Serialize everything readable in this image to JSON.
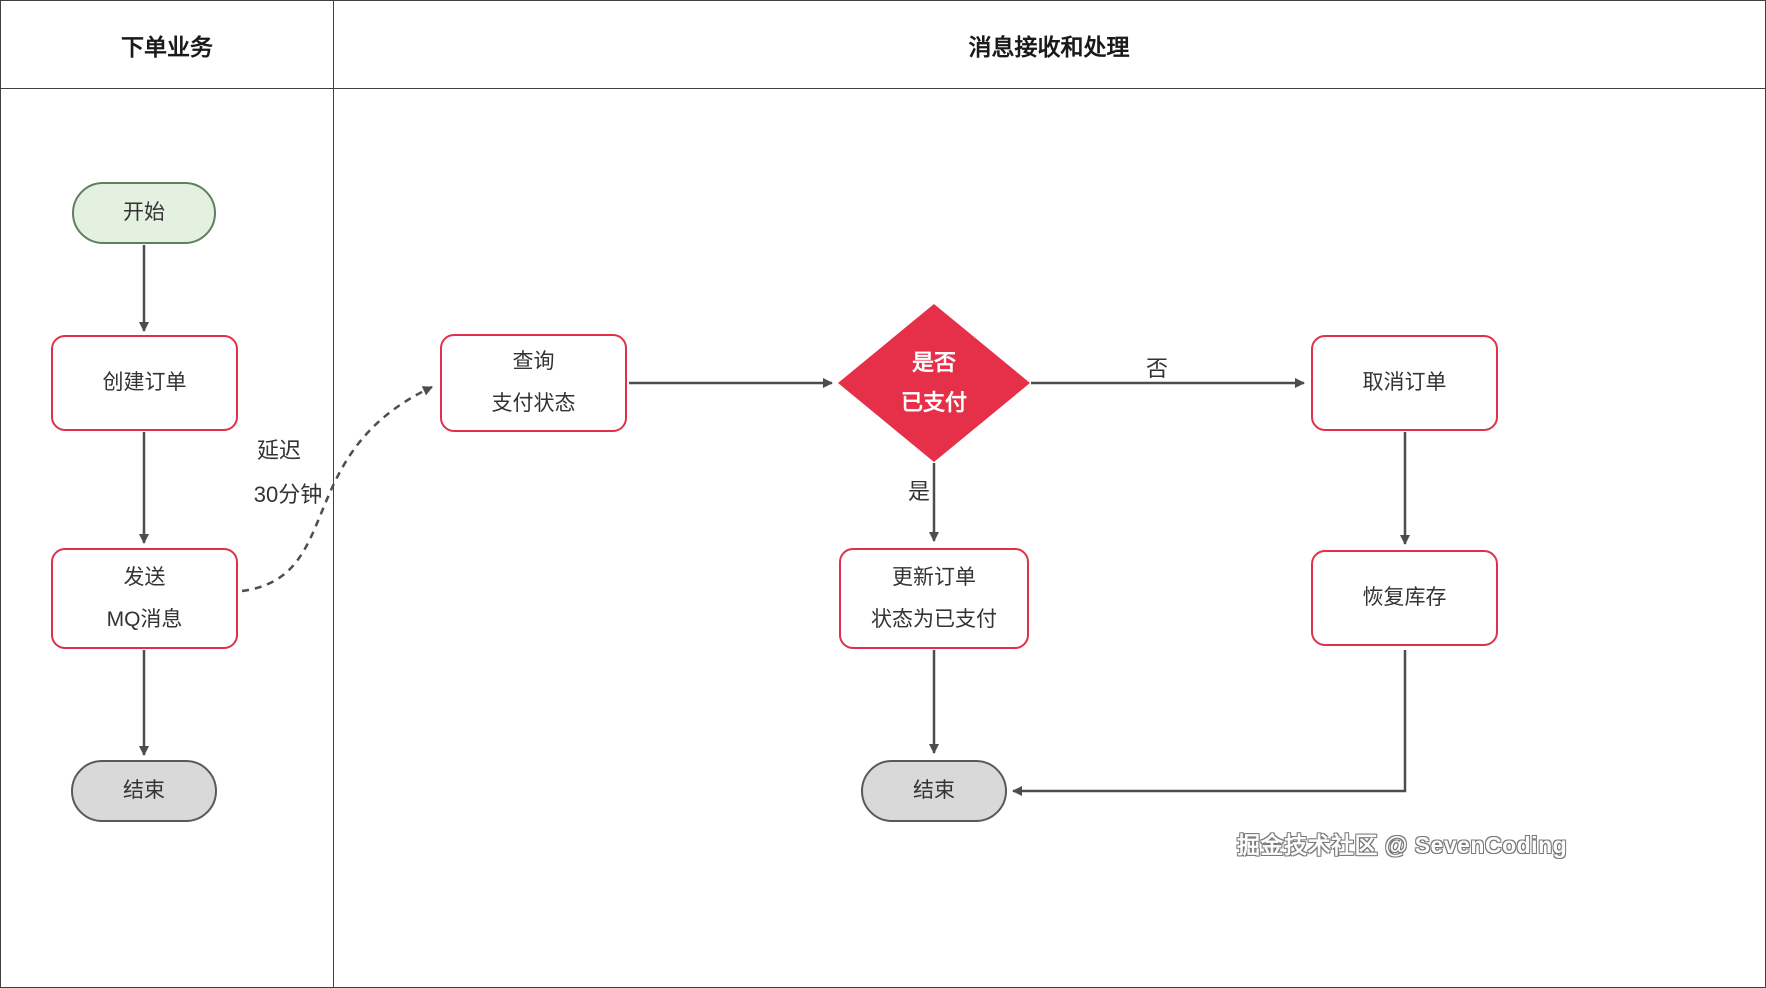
{
  "lanes": {
    "left_title": "下单业务",
    "right_title": "消息接收和处理"
  },
  "nodes": {
    "start": {
      "label": "开始"
    },
    "create_order": {
      "label": "创建订单"
    },
    "send_mq": {
      "line1": "发送",
      "line2": "MQ消息"
    },
    "end_left": {
      "label": "结束"
    },
    "query_payment": {
      "line1": "查询",
      "line2": "支付状态"
    },
    "is_paid": {
      "line1": "是否",
      "line2": "已支付"
    },
    "cancel_order": {
      "label": "取消订单"
    },
    "update_order": {
      "line1": "更新订单",
      "line2": "状态为已支付"
    },
    "restore_stock": {
      "label": "恢复库存"
    },
    "end_right": {
      "label": "结束"
    }
  },
  "edge_labels": {
    "delay_line1": "延迟",
    "delay_line2": "30分钟",
    "no": "否",
    "yes": "是"
  },
  "watermark": "掘金技术社区 @ SevenCoding",
  "colors": {
    "node_border_red": "#E0314B",
    "diamond_fill": "#E6304A",
    "start_fill": "#E4F1E1",
    "end_fill": "#D9D9D9",
    "arrow": "#4D4D4D"
  }
}
